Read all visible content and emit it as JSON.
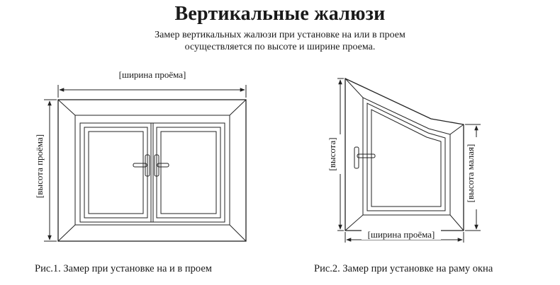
{
  "header": {
    "title": "Вертикальные жалюзи",
    "subtitle_line1": "Замер вертикальных жалюзи при установке на или в проем",
    "subtitle_line2": "осуществляется по высоте и ширине проема."
  },
  "figure1": {
    "width_label": "[ширина проёма]",
    "height_label": "[высота проёма]",
    "caption": "Рис.1. Замер при установке на и в проем"
  },
  "figure2": {
    "height_label": "[высота]",
    "height_small_label": "[высота малая]",
    "width_label": "[ширина проёма]",
    "caption": "Рис.2. Замер при установке на раму окна"
  }
}
